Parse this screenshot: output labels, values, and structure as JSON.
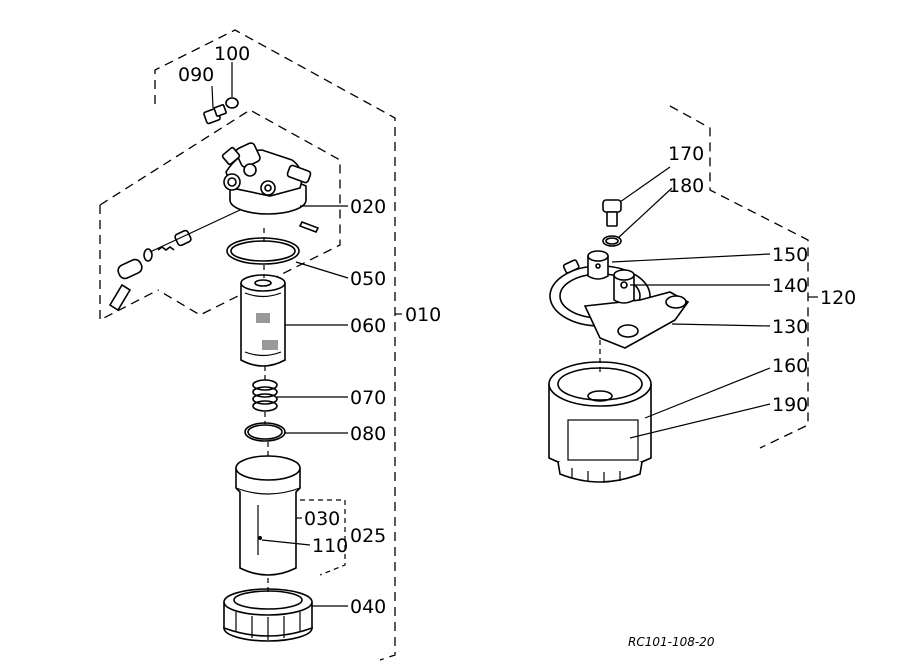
{
  "callouts": {
    "c090": "090",
    "c100": "100",
    "c020": "020",
    "c050": "050",
    "c060": "060",
    "c010": "010",
    "c070": "070",
    "c080": "080",
    "c030": "030",
    "c110": "110",
    "c025": "025",
    "c040": "040",
    "c170": "170",
    "c180": "180",
    "c150": "150",
    "c140": "140",
    "c120": "120",
    "c130": "130",
    "c160": "160",
    "c190": "190"
  },
  "reference": "RC101-108-20"
}
